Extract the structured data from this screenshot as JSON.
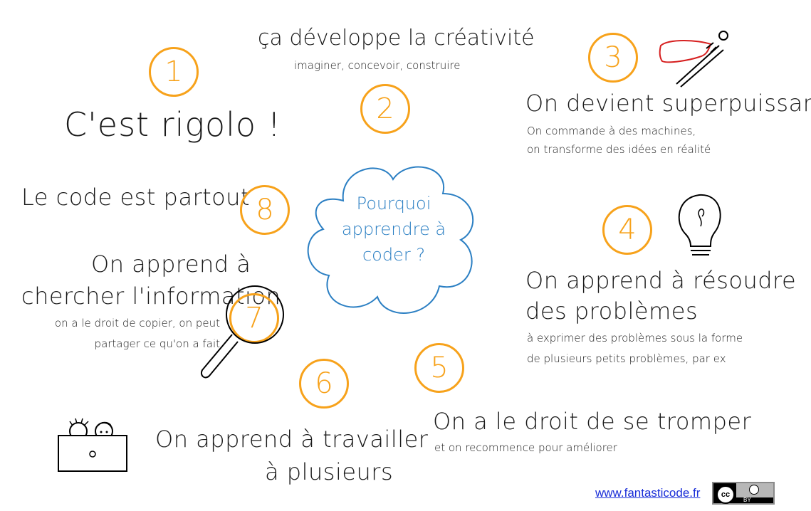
{
  "items": {
    "fun": "C'est rigolo !",
    "creativity": "ça développe la créativité",
    "creativity_sub": "imaginer, concevoir, construire",
    "superpower": "On devient superpuissant !",
    "superpower_sub1": "On commande à des machines,",
    "superpower_sub2": "on transforme des idées en réalité",
    "code_everywhere": "Le code est partout",
    "problems_line1": "On apprend à résoudre",
    "problems_line2": "des problèmes",
    "problems_sub1": "à exprimer des problèmes sous la forme",
    "problems_sub2": "de plusieurs petits problèmes, par ex",
    "info_line1": "On apprend à",
    "info_line2": "chercher l'information",
    "info_sub1": "on a le droit de copier, on peut",
    "info_sub2": "partager ce qu'on a fait",
    "mistakes": "On a le droit de se tromper",
    "mistakes_sub": "et on recommence pour améliorer",
    "team_line1": "On apprend à travailler",
    "team_line2": "à plusieurs"
  },
  "numbers": [
    "1",
    "2",
    "3",
    "4",
    "5",
    "6",
    "7",
    "8"
  ],
  "cloud": {
    "line1": "Pourquoi",
    "line2": "apprendre à",
    "line3": "coder ?"
  },
  "footer": {
    "link": "www.fantasticode.fr",
    "license_left": "cc",
    "license_right": "BY"
  },
  "colors": {
    "accent": "#f7a21b",
    "cloud_text": "#2b7fc3",
    "link": "#1a2ed8",
    "cape": "#d61f1f"
  },
  "icons": [
    "cloud-icon",
    "magnifier-icon",
    "lightbulb-icon",
    "superhero-icon",
    "laptop-kids-icon",
    "cc-by-license-icon"
  ]
}
